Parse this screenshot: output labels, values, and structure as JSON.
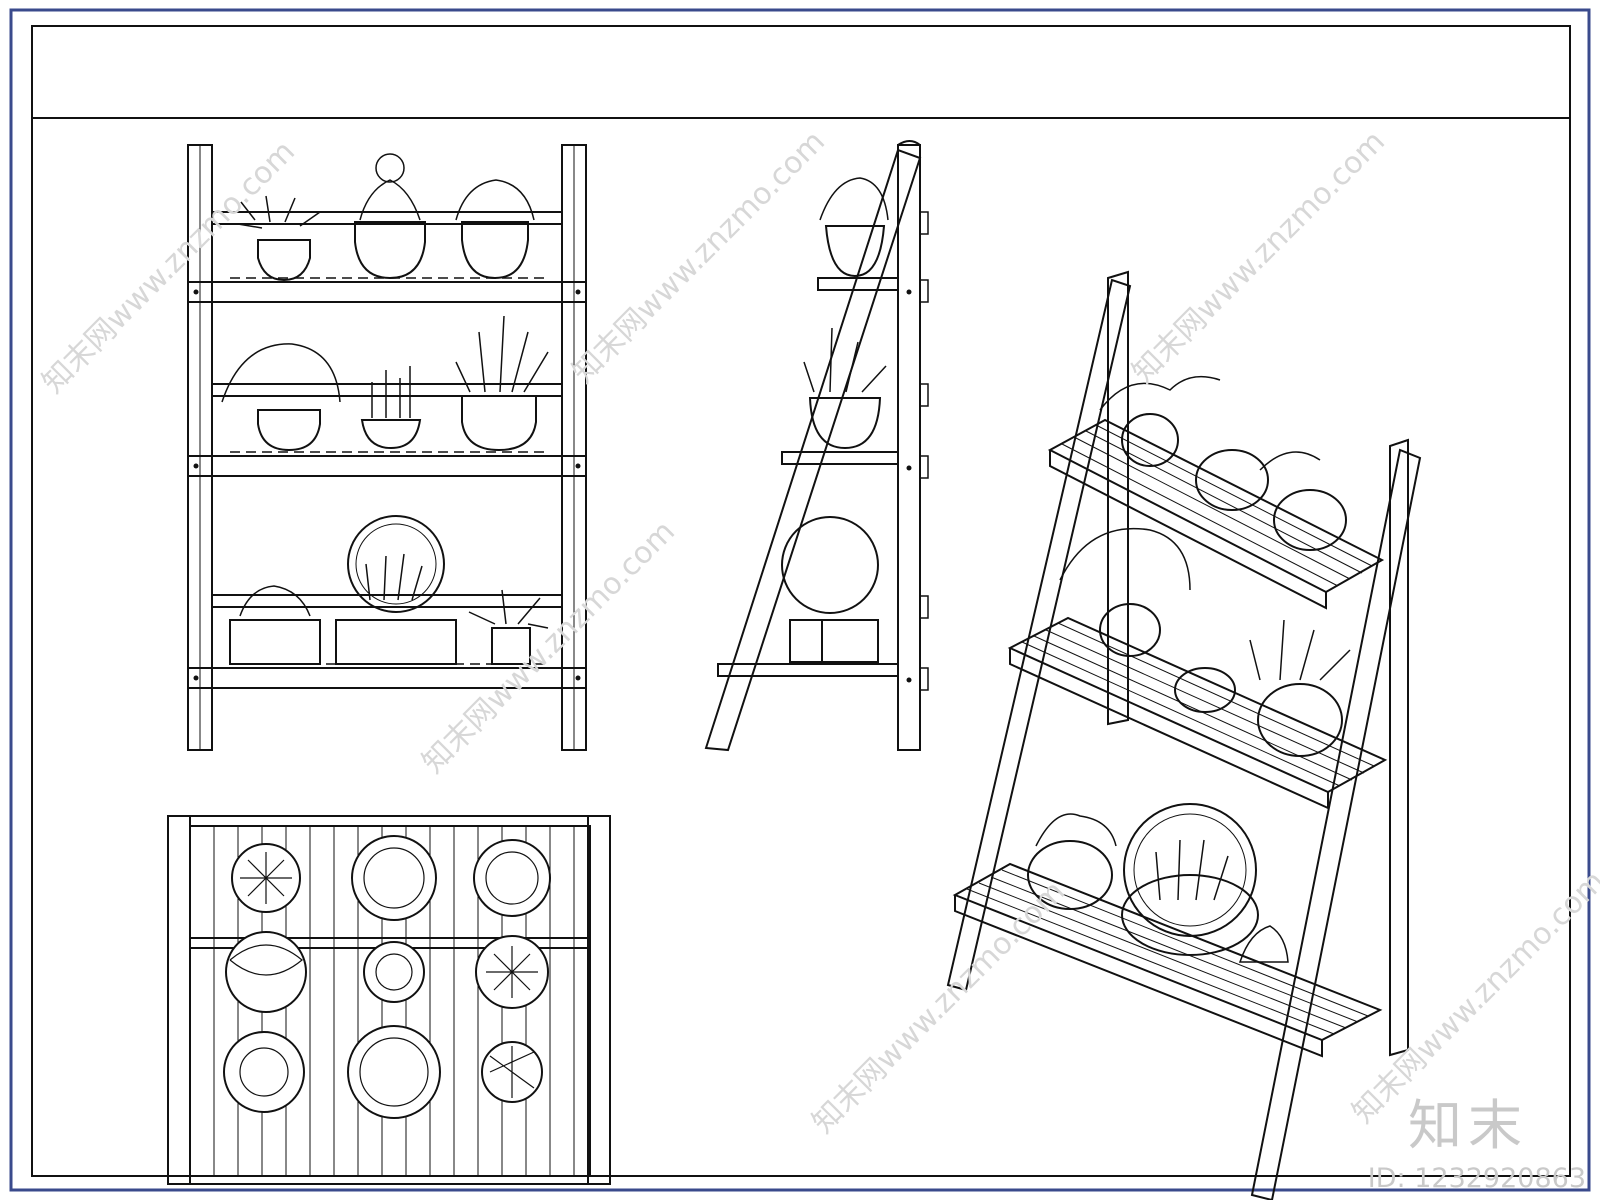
{
  "colors": {
    "frame": "#3a4a8c",
    "line": "#111111",
    "watermark": "#c9c9c9"
  },
  "watermark": {
    "logo": "知末",
    "id_label": "ID: 1232920863",
    "diagonal_text": "知末网www.znzmo.com"
  },
  "views": [
    {
      "name": "front-elevation",
      "shelves": 3
    },
    {
      "name": "side-elevation",
      "shelves": 3
    },
    {
      "name": "isometric-view",
      "shelves": 3
    },
    {
      "name": "plan-view",
      "shelves": 3
    }
  ]
}
